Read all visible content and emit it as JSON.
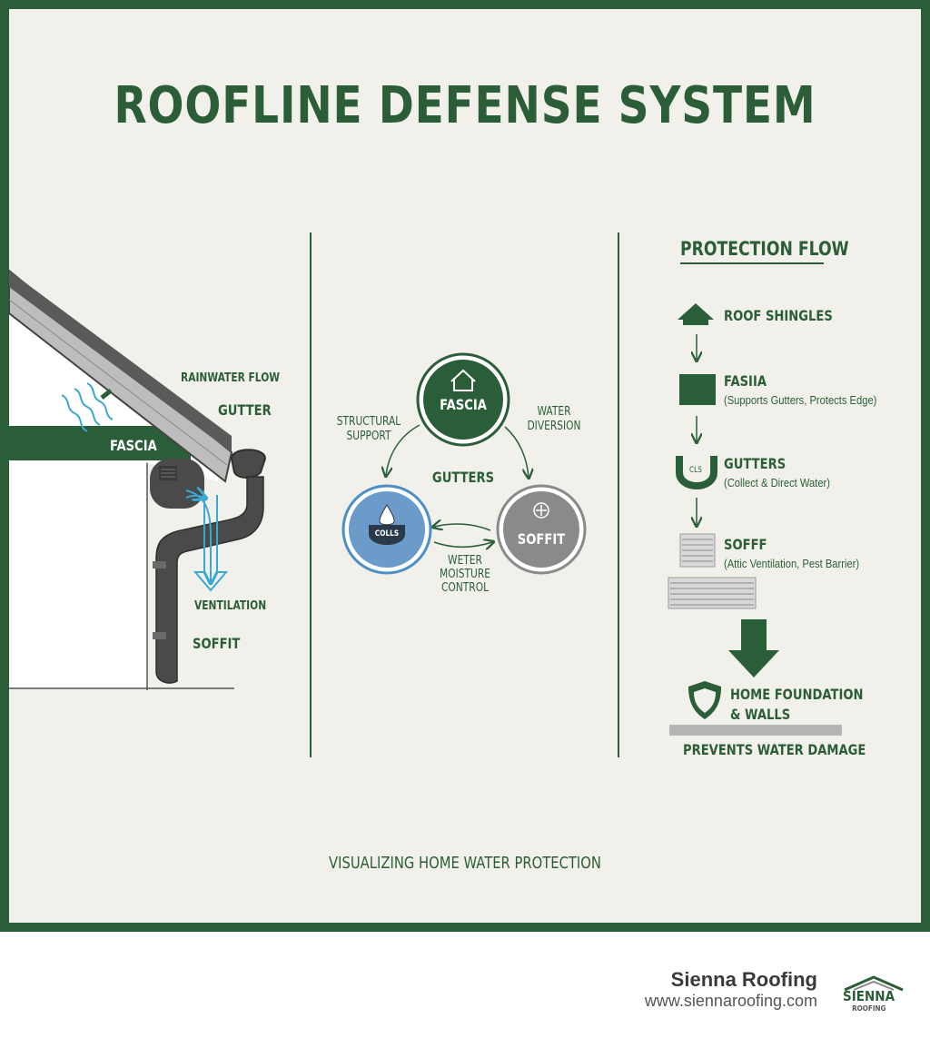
{
  "title": "ROOFLINE DEFENSE SYSTEM",
  "left_diagram": {
    "labels": {
      "rainwater_flow": "RAINWATER FLOW",
      "gutter": "GUTTER",
      "fascia": "FASCIA",
      "ventilation": "VENTILATION",
      "soffit": "SOFFIT"
    }
  },
  "cycle": {
    "top_node": "FASCIA",
    "left_node_badge": "COLLS",
    "right_node": "SOFFIT",
    "center_label": "GUTTERS",
    "left_arrow_label": [
      "STRUCTURAL",
      "SUPPORT"
    ],
    "right_arrow_label": [
      "WATER",
      "DIVERSION"
    ],
    "bottom_arrow_label": [
      "WETER",
      "MOISTURE",
      "CONTROL"
    ]
  },
  "protection_flow": {
    "heading": "PROTECTION FLOW",
    "steps": [
      {
        "label": "ROOF SHINGLES",
        "detail": "",
        "icon": "house-icon"
      },
      {
        "label": "FASIIA",
        "detail": "(Supports Gutters, Protects Edge)",
        "icon": "square-icon"
      },
      {
        "label": "GUTTERS",
        "detail": "(Collect & Direct Water)",
        "icon": "gutter-icon",
        "badge": "CLS"
      },
      {
        "label": "SOFFF",
        "detail": "(Attic Ventilation, Pest Barrier)",
        "icon": "vent-icon"
      }
    ],
    "result": [
      "HOME FOUNDATION",
      "& WALLS"
    ],
    "result_caption": "PREVENTS WATER DAMAGE"
  },
  "caption": "VISUALIZING HOME WATER PROTECTION",
  "brand": {
    "name": "Sienna Roofing",
    "url": "www.siennaroofing.com",
    "logo_text": [
      "SIENNA",
      "ROOFING"
    ]
  },
  "colors": {
    "green": "#2a5e38",
    "background": "#f1f0ea",
    "blue": "#4d8fc4",
    "gray": "#8a8a8a",
    "water": "#3aa8cf"
  }
}
